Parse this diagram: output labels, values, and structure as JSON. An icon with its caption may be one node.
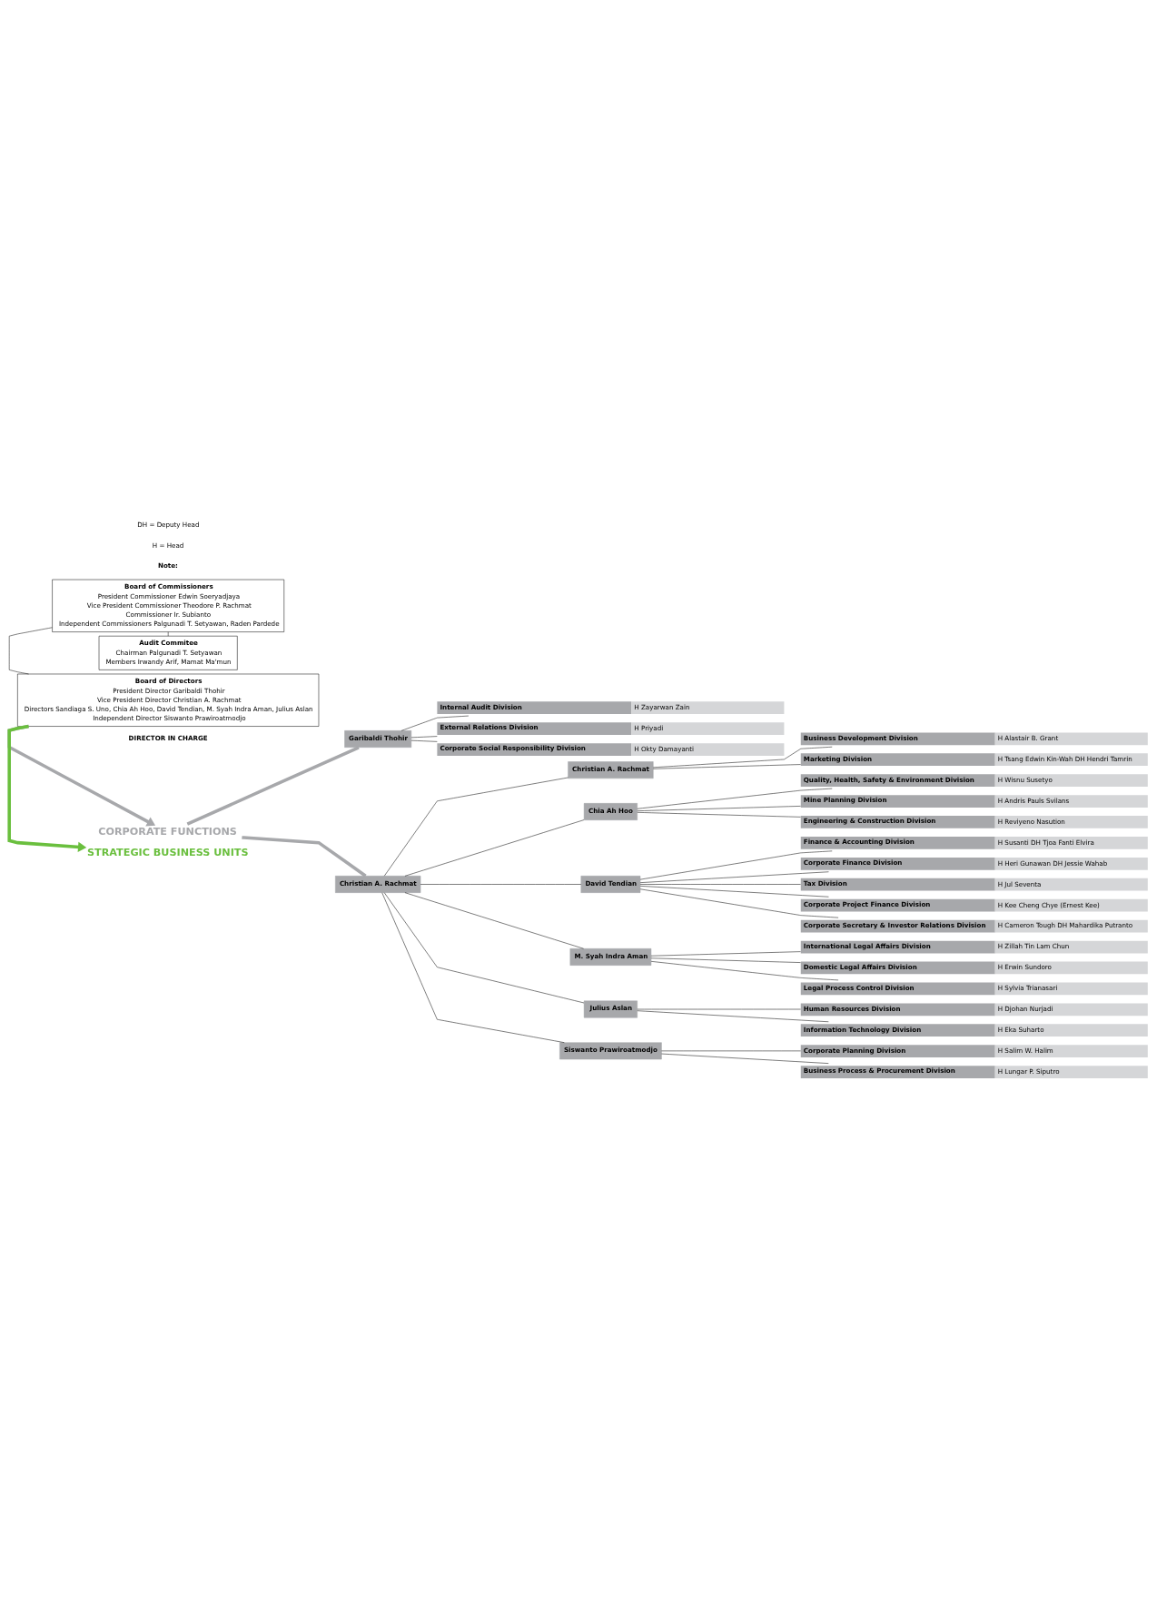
{
  "diagram": {
    "nodes": [
      {
        "text": [
          "Board of Commissioners",
          "President Commissioner Edwin Soeryadjaya",
          "Vice President Commissioner Theodore P. Rachmat",
          "Commissioner Ir. Subianto",
          "Independent Commissioners Palgunadi T. Setyawan, Raden Pardede"
        ]
      },
      {
        "text": [
          "Audit Commitee",
          "Chairman Palgunadi T. Setyawan",
          "Members Irwandy Arif, Mamat Ma'mun"
        ]
      },
      {
        "text": [
          "Board of Directors",
          "President Director Garibaldi Thohir",
          "Vice President Director Christian A. Rachmat",
          "Directors Sandiaga S. Uno, Chia Ah Hoo, David Tendian, M. Syah Indra Aman, Julius Aslan",
          "Independent Director Siswanto Prawiroatmodjo"
        ]
      },
      {
        "text": [
          "CORPORATE FUNCTIONS"
        ]
      },
      {
        "text": [
          "STRATEGIC BUSINESS UNITS"
        ]
      },
      {
        "text": [
          "Garibaldi Thohir"
        ]
      },
      {
        "text": [
          "Internal Audit Division",
          "H Zayarwan Zain"
        ]
      },
      {
        "text": [
          "External Relations Division",
          "H Priyadi"
        ]
      },
      {
        "text": [
          "Corporate Social Responsibility Division",
          "H Okty Damayanti"
        ]
      },
      {
        "text": [
          "Christian A. Rachmat"
        ]
      },
      {
        "text": [
          "Christian A. Rachmat"
        ]
      },
      {
        "text": [
          "Business Development Division",
          "H Alastair B. Grant"
        ]
      },
      {
        "text": [
          "Marketing Division",
          "H Tsang Edwin Kin-Wah DH Hendri Tamrin"
        ]
      },
      {
        "text": [
          "Chia Ah Hoo"
        ]
      },
      {
        "text": [
          "Quality, Health, Safety & Environment Division",
          "H Wisnu Susetyo"
        ]
      },
      {
        "text": [
          "Mine Planning Division",
          "H Andris Pauls Svilans"
        ]
      },
      {
        "text": [
          "Engineering & Construction Division",
          "H Reviyeno Nasution"
        ]
      },
      {
        "text": [
          "David Tendian"
        ]
      },
      {
        "text": [
          "Finance & Accounting Division",
          "H Susanti DH Tjoa Fanti Elvira"
        ]
      },
      {
        "text": [
          "Corporate Finance Division",
          "H Heri Gunawan DH Jessie Wahab"
        ]
      },
      {
        "text": [
          "Tax Division",
          "H Jul Seventa"
        ]
      },
      {
        "text": [
          "Corporate Project Finance Division",
          "H Kee Cheng Chye (Ernest Kee)"
        ]
      },
      {
        "text": [
          "Corporate Secretary & Investor Relations Division",
          "H Cameron Tough DH Mahardika Putranto"
        ]
      },
      {
        "text": [
          "M. Syah Indra Aman"
        ]
      },
      {
        "text": [
          "International Legal Affairs Division",
          "H Zillah Tin Lam Chun"
        ]
      },
      {
        "text": [
          "Domestic Legal Affairs Division",
          "H Erwin Sundoro"
        ]
      },
      {
        "text": [
          "Legal Process Control Division",
          "H Sylvia Trianasari"
        ]
      },
      {
        "text": [
          "Julius Aslan"
        ]
      },
      {
        "text": [
          "Human Resources Division",
          "H Djohan Nurjadi"
        ]
      },
      {
        "text": [
          "Information Technology Division",
          "H Eka Suharto"
        ]
      },
      {
        "text": [
          "Siswanto Prawiroatmodjo"
        ]
      },
      {
        "text": [
          "Corporate Planning Division",
          "H Salim W. Halim"
        ]
      },
      {
        "text": [
          "Business Process & Procurement Division",
          "H Lungar P. Siputro"
        ]
      }
    ],
    "edges": [
      {
        "from": 0,
        "to": 1,
        "arrow": "none"
      },
      {
        "from": 0,
        "to": 2,
        "arrow": "none"
      },
      {
        "from": 2,
        "to": 3,
        "arrow": "to",
        "style": "thick",
        "color": "#a7a8ab"
      },
      {
        "from": 2,
        "to": 4,
        "arrow": "to",
        "style": "thick",
        "color": "#6abf3e"
      },
      {
        "from": 3,
        "to": 5,
        "arrow": "none",
        "style": "thick",
        "color": "#a7a8ab"
      },
      {
        "from": 3,
        "to": 9,
        "arrow": "none",
        "style": "thick",
        "color": "#a7a8ab"
      },
      {
        "from": 5,
        "to": 6,
        "arrow": "none"
      },
      {
        "from": 5,
        "to": 7,
        "arrow": "none"
      },
      {
        "from": 5,
        "to": 8,
        "arrow": "none"
      },
      {
        "from": 9,
        "to": 10,
        "arrow": "none"
      },
      {
        "from": 9,
        "to": 13,
        "arrow": "none"
      },
      {
        "from": 9,
        "to": 17,
        "arrow": "none"
      },
      {
        "from": 9,
        "to": 23,
        "arrow": "none"
      },
      {
        "from": 9,
        "to": 27,
        "arrow": "none"
      },
      {
        "from": 9,
        "to": 30,
        "arrow": "none"
      },
      {
        "from": 10,
        "to": 11,
        "arrow": "none"
      },
      {
        "from": 10,
        "to": 12,
        "arrow": "none"
      },
      {
        "from": 13,
        "to": 14,
        "arrow": "none"
      },
      {
        "from": 13,
        "to": 15,
        "arrow": "none"
      },
      {
        "from": 13,
        "to": 16,
        "arrow": "none"
      },
      {
        "from": 17,
        "to": 18,
        "arrow": "none"
      },
      {
        "from": 17,
        "to": 19,
        "arrow": "none"
      },
      {
        "from": 17,
        "to": 20,
        "arrow": "none"
      },
      {
        "from": 17,
        "to": 21,
        "arrow": "none"
      },
      {
        "from": 17,
        "to": 22,
        "arrow": "none"
      },
      {
        "from": 23,
        "to": 24,
        "arrow": "none"
      },
      {
        "from": 23,
        "to": 25,
        "arrow": "none"
      },
      {
        "from": 23,
        "to": 26,
        "arrow": "none"
      },
      {
        "from": 27,
        "to": 28,
        "arrow": "none"
      },
      {
        "from": 27,
        "to": 29,
        "arrow": "none"
      },
      {
        "from": 30,
        "to": 31,
        "arrow": "none"
      },
      {
        "from": 30,
        "to": 32,
        "arrow": "none"
      }
    ],
    "labels": [
      "DIRECTOR IN CHARGE",
      "Note:",
      "H = Head",
      "DH = Deputy Head"
    ]
  }
}
